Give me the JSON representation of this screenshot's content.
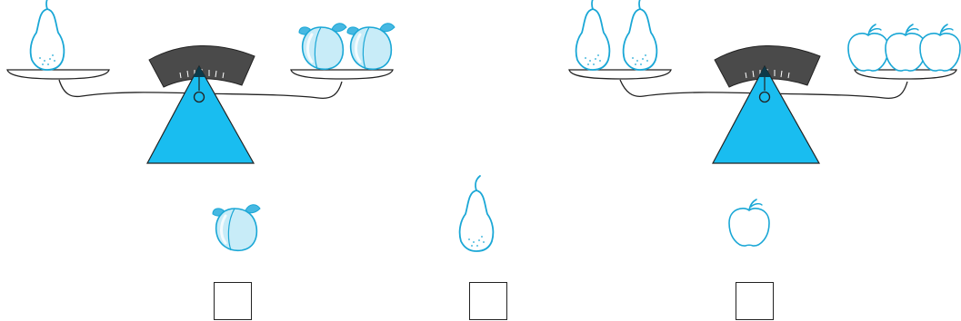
{
  "colors": {
    "fruit_stroke": "#1aa7d6",
    "peach_fill": "#c8ecf8",
    "leaf_fill": "#46b8e2",
    "triangle_fill": "#19bdf0",
    "dial_fill": "#4a4a4a",
    "ink": "#222222",
    "answer_box_border": "#222222"
  },
  "scales": [
    {
      "left_pan": [
        {
          "fruit": "pear",
          "count": 1
        }
      ],
      "right_pan": [
        {
          "fruit": "peach",
          "count": 2
        }
      ],
      "balanced": true
    },
    {
      "left_pan": [
        {
          "fruit": "pear",
          "count": 2
        }
      ],
      "right_pan": [
        {
          "fruit": "apple",
          "count": 3
        }
      ],
      "balanced": true
    }
  ],
  "answer_items": [
    {
      "fruit": "peach",
      "answer_value": ""
    },
    {
      "fruit": "pear",
      "answer_value": ""
    },
    {
      "fruit": "apple",
      "answer_value": ""
    }
  ],
  "icons": [
    "pear-icon",
    "peach-icon",
    "apple-icon",
    "balance-scale-icon"
  ]
}
